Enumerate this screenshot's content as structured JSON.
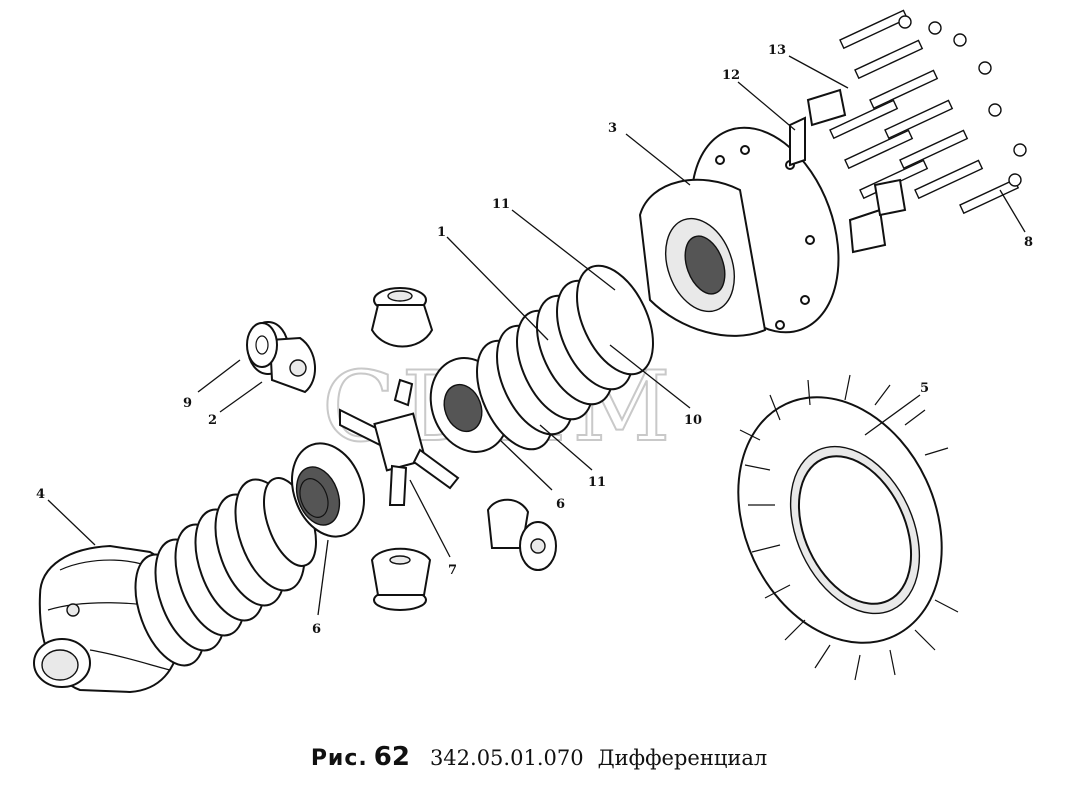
{
  "watermark": "CDIIM",
  "caption": {
    "prefix": "Рис.",
    "number": "62",
    "code": "342.05.01.070",
    "title": "Дифференциал"
  },
  "callouts": [
    {
      "id": "c1",
      "text": "1"
    },
    {
      "id": "c2",
      "text": "2"
    },
    {
      "id": "c3",
      "text": "3"
    },
    {
      "id": "c4",
      "text": "4"
    },
    {
      "id": "c5",
      "text": "5"
    },
    {
      "id": "c6a",
      "text": "6"
    },
    {
      "id": "c6b",
      "text": "6"
    },
    {
      "id": "c7",
      "text": "7"
    },
    {
      "id": "c8",
      "text": "8"
    },
    {
      "id": "c9",
      "text": "9"
    },
    {
      "id": "c10",
      "text": "10"
    },
    {
      "id": "c11a",
      "text": "11"
    },
    {
      "id": "c11b",
      "text": "11"
    },
    {
      "id": "c12",
      "text": "12"
    },
    {
      "id": "c13",
      "text": "13"
    }
  ]
}
